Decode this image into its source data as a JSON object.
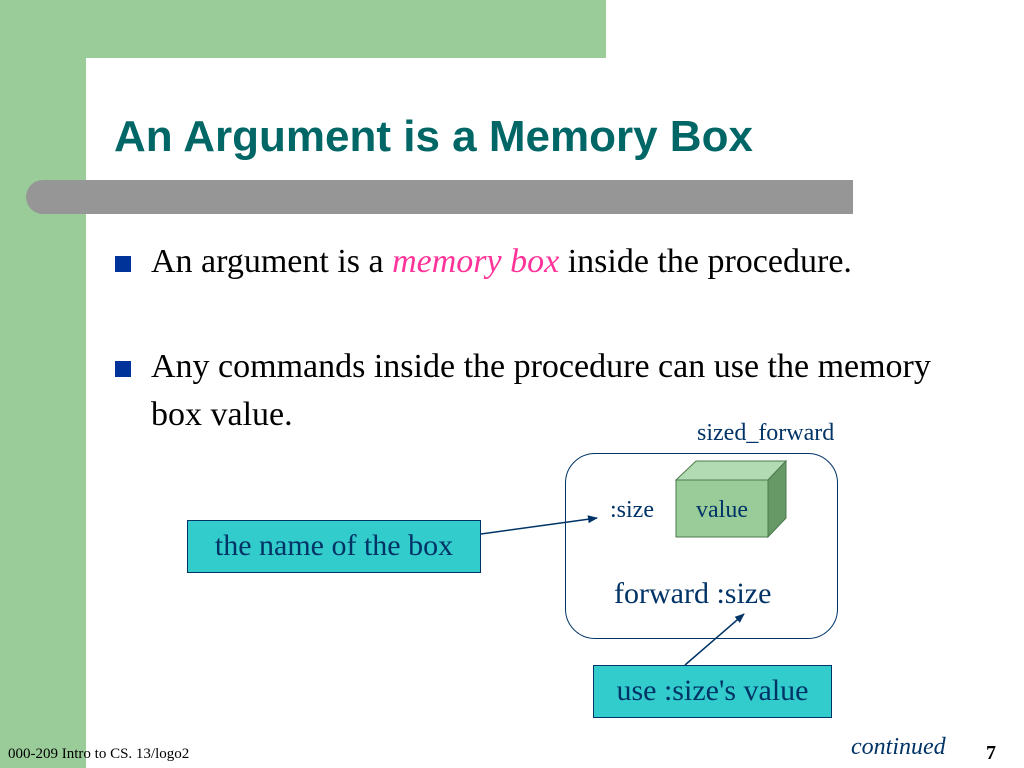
{
  "slide": {
    "title": "An Argument is a Memory Box",
    "bullets": [
      {
        "before": "An argument is a ",
        "emphasis": "memory box",
        "after": " inside the procedure."
      },
      {
        "text": "Any commands inside the procedure can use the memory box value."
      }
    ]
  },
  "diagram": {
    "procedure_name": "sized_forward",
    "size_label": ":size",
    "box_value": "value",
    "command": "forward :size",
    "callout_name": "the name of the box",
    "callout_use": "use :size's value"
  },
  "footer": {
    "course": "000-209 Intro to CS. 13/logo2",
    "continued": "continued",
    "page_number": "7"
  },
  "colors": {
    "title": "#006666",
    "accent_green": "#99cc99",
    "title_bar": "#969696",
    "bullet": "#003399",
    "emphasis": "#ff3399",
    "diagram_text": "#003366",
    "callout_fill": "#33cccc",
    "cube_front": "#99cc99",
    "cube_side": "#669966"
  }
}
